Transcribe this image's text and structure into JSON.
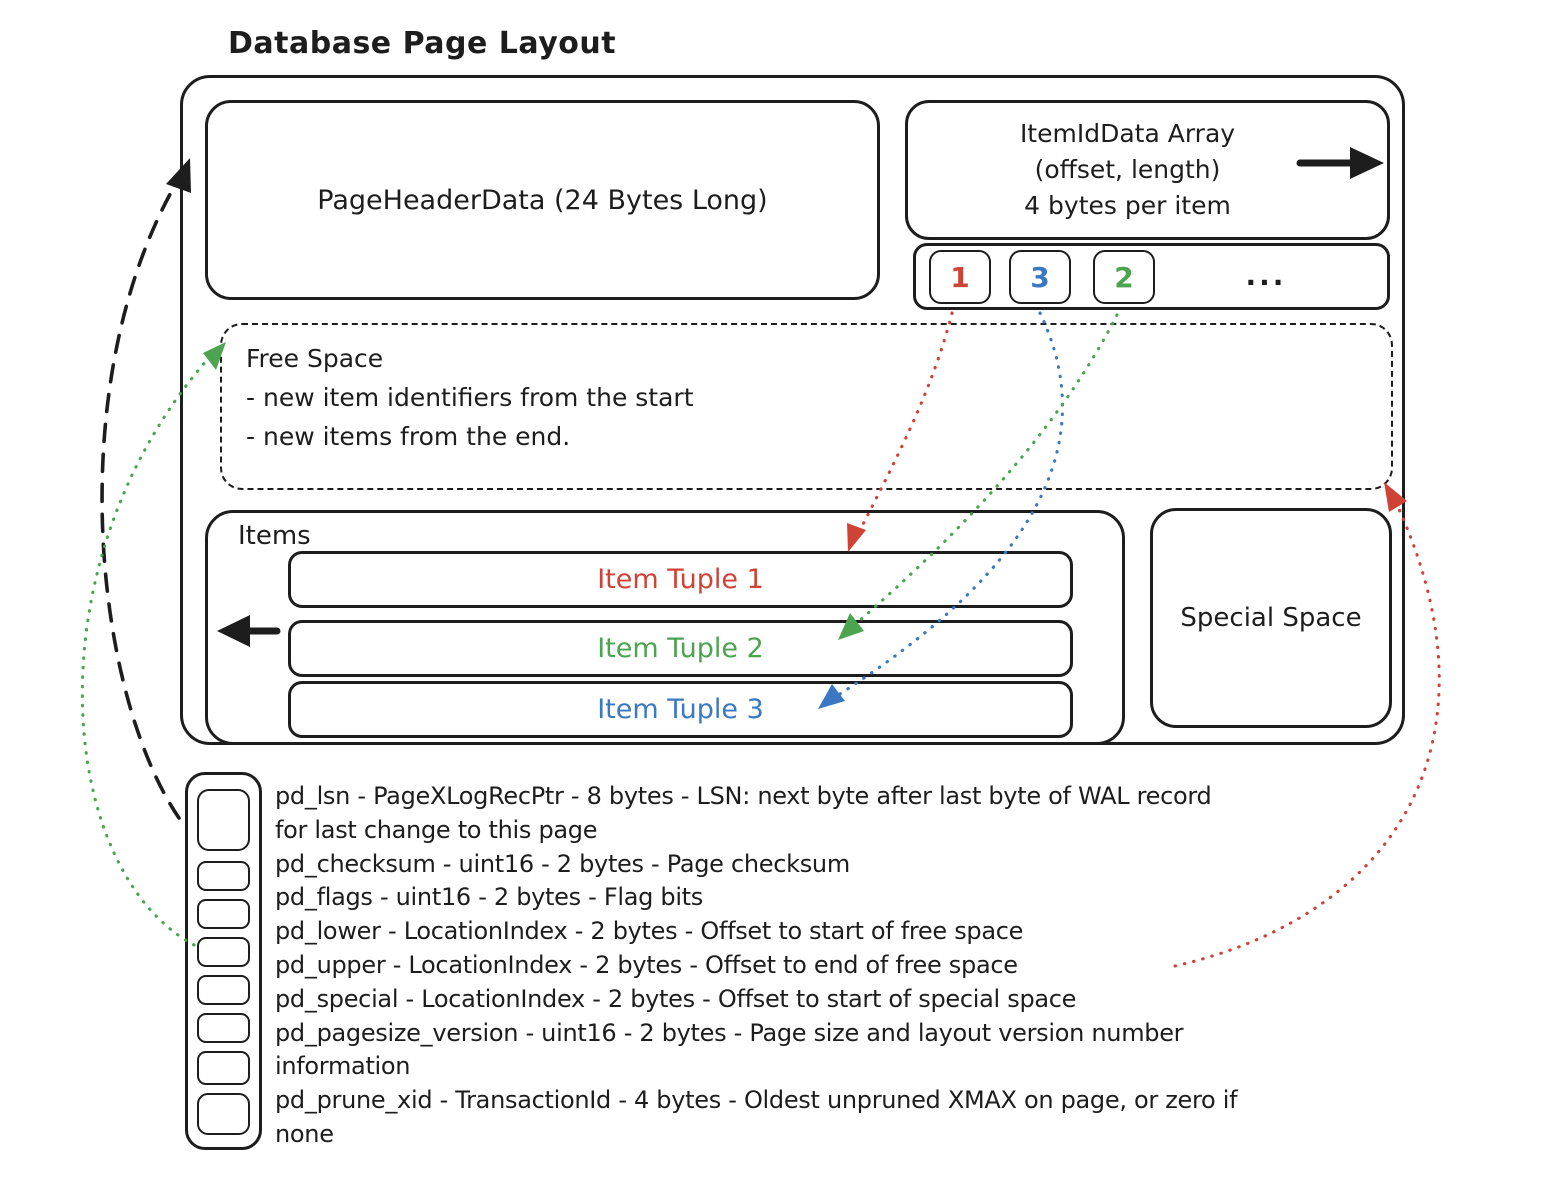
{
  "title": "Database Page Layout",
  "colors": {
    "ink": "#1d1d1d",
    "red": "#cf4337",
    "green": "#4ca350",
    "blue": "#3b78c3"
  },
  "page": {
    "header_box": {
      "label": "PageHeaderData (24 Bytes Long)"
    },
    "itemid_array_box": {
      "line1": "ItemIdData Array",
      "line2": "(offset, length)",
      "line3": "4 bytes per item"
    },
    "itemid_row": {
      "cells": [
        {
          "label": "1"
        },
        {
          "label": "3"
        },
        {
          "label": "2"
        }
      ],
      "ellipsis": "..."
    },
    "free_space": {
      "title": "Free Space",
      "note1": "- new item identifiers from the start",
      "note2": "- new items from the end."
    },
    "items": {
      "label": "Items",
      "tuples": [
        {
          "label": "Item Tuple 1"
        },
        {
          "label": "Item Tuple 2"
        },
        {
          "label": "Item Tuple 3"
        }
      ]
    },
    "special_space": {
      "label": "Special Space"
    }
  },
  "legend": {
    "lines": [
      "pd_lsn - PageXLogRecPtr - 8 bytes - LSN: next byte after last byte of WAL record",
      "for last change to this page",
      "pd_checksum - uint16 - 2 bytes - Page checksum",
      "pd_flags - uint16 - 2 bytes - Flag bits",
      "pd_lower - LocationIndex - 2 bytes - Offset to start of free space",
      "pd_upper - LocationIndex - 2 bytes - Offset to end of free space",
      "pd_special - LocationIndex - 2 bytes - Offset to start of special space",
      "pd_pagesize_version - uint16 - 2 bytes - Page size and layout version number",
      "information",
      "pd_prune_xid - TransactionId - 4 bytes - Oldest unpruned XMAX on page, or zero if",
      "none"
    ]
  }
}
